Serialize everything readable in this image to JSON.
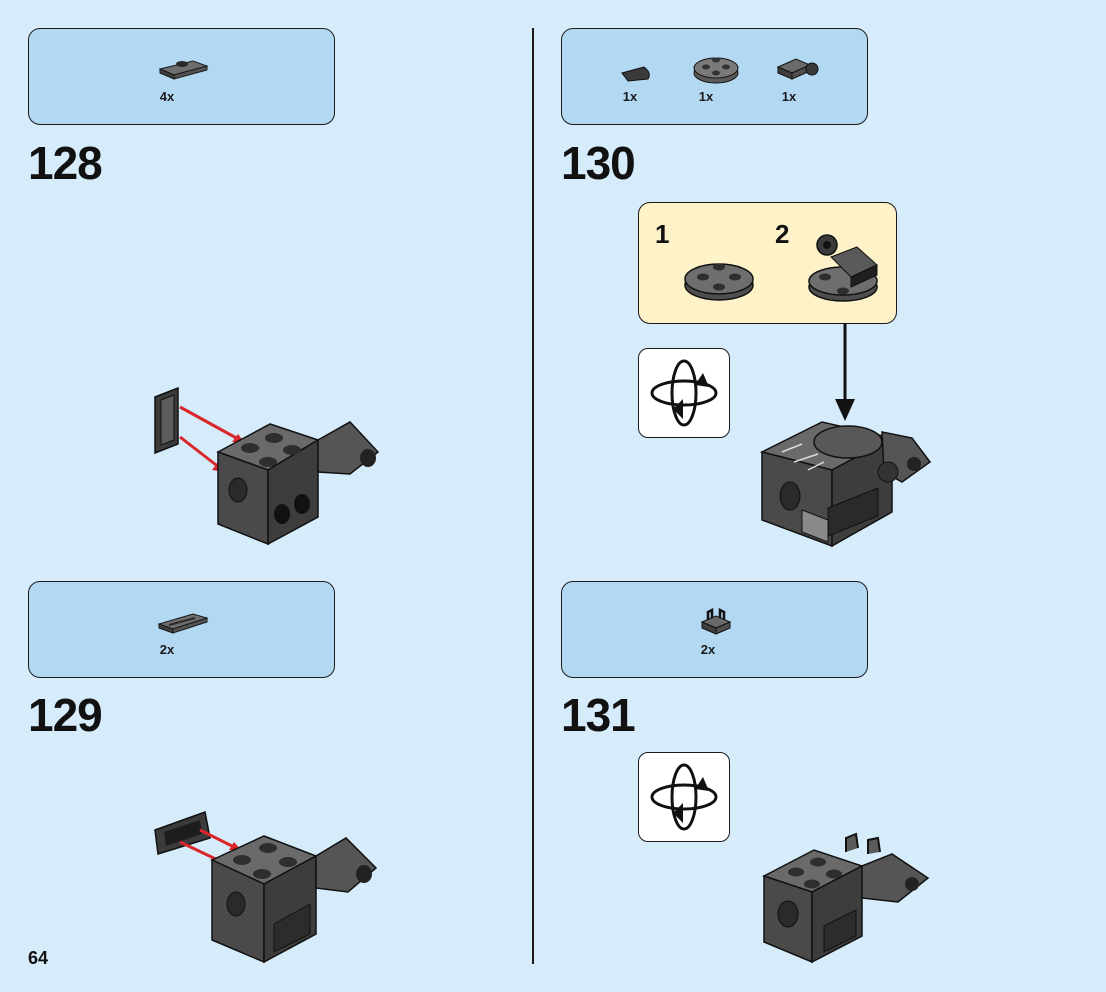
{
  "page_number": "64",
  "steps": [
    {
      "number": "128",
      "parts": [
        {
          "name": "plate-1x2-jumper-icon",
          "qty": "4x"
        }
      ]
    },
    {
      "number": "129",
      "parts": [
        {
          "name": "tile-1x2-grille-icon",
          "qty": "2x"
        }
      ]
    },
    {
      "number": "130",
      "parts": [
        {
          "name": "tile-quarter-round-icon",
          "qty": "1x"
        },
        {
          "name": "round-plate-2x2-icon",
          "qty": "1x"
        },
        {
          "name": "plate-clip-icon",
          "qty": "1x"
        }
      ],
      "sub_steps": [
        "1",
        "2"
      ]
    },
    {
      "number": "131",
      "parts": [
        {
          "name": "clip-plate-icon",
          "qty": "2x"
        }
      ]
    }
  ],
  "colors": {
    "background": "#d6ecfb",
    "parts_box": "#b3d8f2",
    "sub_box": "#fdf2c8",
    "brick": "#4a4a4a",
    "arrow": "#d9262a"
  }
}
